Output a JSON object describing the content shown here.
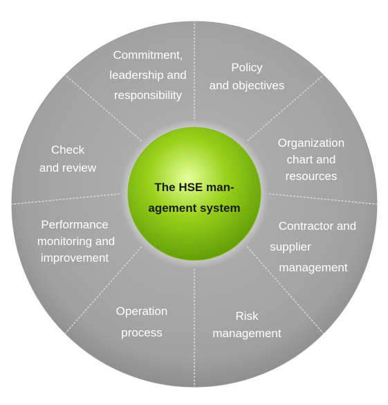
{
  "diagram": {
    "center": {
      "lines": [
        "The HSE man-",
        "agement system"
      ]
    },
    "segments": [
      {
        "id": "commitment",
        "lines": [
          "Commitment,",
          "leadership and",
          "responsibility"
        ]
      },
      {
        "id": "policy",
        "lines": [
          "Policy",
          "and objectives"
        ]
      },
      {
        "id": "organization",
        "lines": [
          "Organization",
          "chart and",
          "resources"
        ]
      },
      {
        "id": "contractor",
        "lines": [
          "Contractor and",
          "supplier",
          "management"
        ]
      },
      {
        "id": "risk",
        "lines": [
          "Risk",
          "management"
        ]
      },
      {
        "id": "operation",
        "lines": [
          "Operation",
          "process"
        ]
      },
      {
        "id": "performance",
        "lines": [
          "Performance",
          "monitoring and",
          "improvement"
        ]
      },
      {
        "id": "check",
        "lines": [
          "Check",
          "and review"
        ]
      }
    ],
    "colors": {
      "segment_fill": "#a3a3a3",
      "segment_edge": "#8a8a8a",
      "divider": "#d9d9d9",
      "center_light": "#e4ff9a",
      "center_mid": "#9ad11c",
      "center_dark": "#5f9a06",
      "label": "#ffffff",
      "center_text": "#1a1a1a"
    }
  }
}
